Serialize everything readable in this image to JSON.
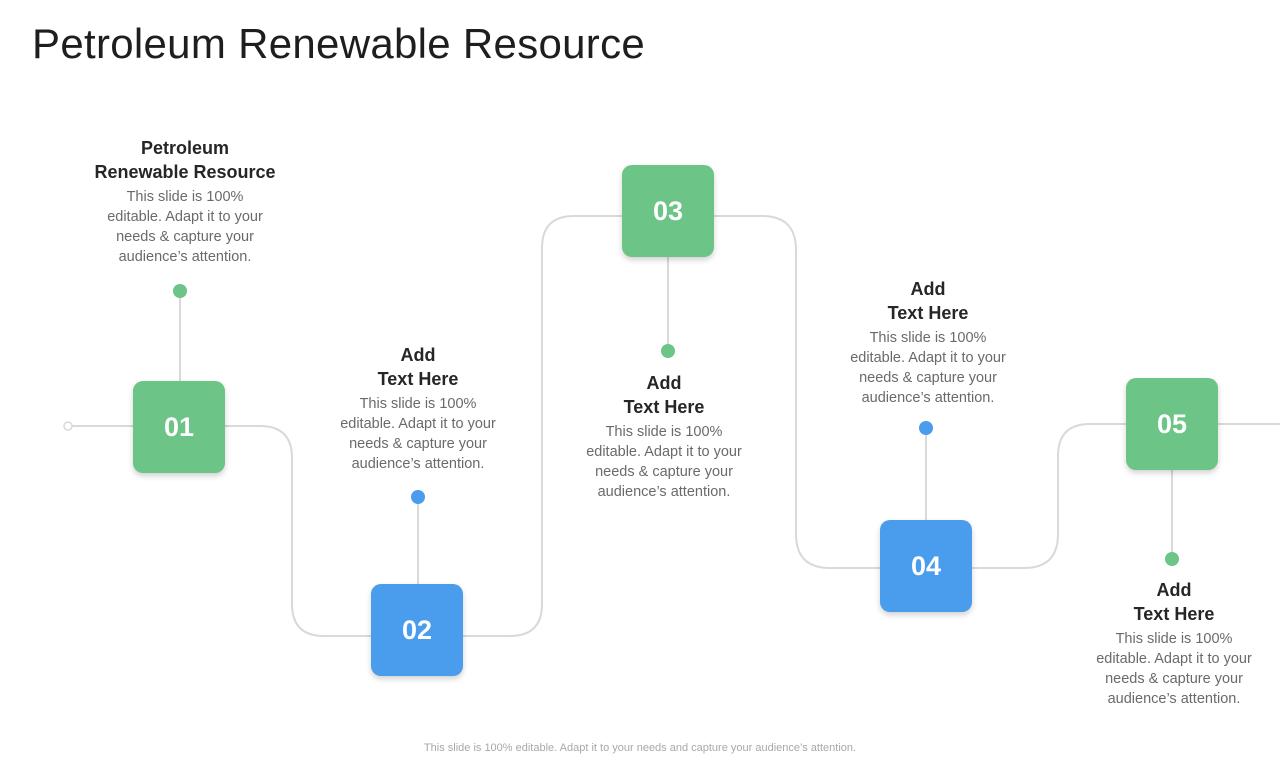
{
  "title": "Petroleum Renewable Resource",
  "colors": {
    "green": "#6cc486",
    "blue": "#4a9ced",
    "line": "#d9d9d9",
    "dot_green": "#6cc486",
    "dot_blue": "#4a9ced"
  },
  "steps": [
    {
      "number": "01",
      "color": "green"
    },
    {
      "number": "02",
      "color": "blue"
    },
    {
      "number": "03",
      "color": "green"
    },
    {
      "number": "04",
      "color": "blue"
    },
    {
      "number": "05",
      "color": "green"
    }
  ],
  "text_blocks": [
    {
      "heading_line1": "Petroleum",
      "heading_line2": "Renewable Resource",
      "body_lines": [
        "This slide is 100%",
        "editable. Adapt it to your",
        "needs & capture your",
        "audience’s attention."
      ]
    },
    {
      "heading_line1": "Add",
      "heading_line2": "Text Here",
      "body_lines": [
        "This slide is 100%",
        "editable. Adapt it to your",
        "needs & capture your",
        "audience’s attention."
      ]
    },
    {
      "heading_line1": "Add",
      "heading_line2": "Text Here",
      "body_lines": [
        "This slide is 100%",
        "editable. Adapt it to your",
        "needs & capture your",
        "audience’s attention."
      ]
    },
    {
      "heading_line1": "Add",
      "heading_line2": "Text Here",
      "body_lines": [
        "This slide is 100%",
        "editable. Adapt it to your",
        "needs & capture your",
        "audience’s attention."
      ]
    },
    {
      "heading_line1": "Add",
      "heading_line2": "Text Here",
      "body_lines": [
        "This slide is 100%",
        "editable. Adapt it to your",
        "needs & capture your",
        "audience’s attention."
      ]
    }
  ],
  "footer": "This slide is 100% editable. Adapt it to your needs and capture your audience’s attention."
}
